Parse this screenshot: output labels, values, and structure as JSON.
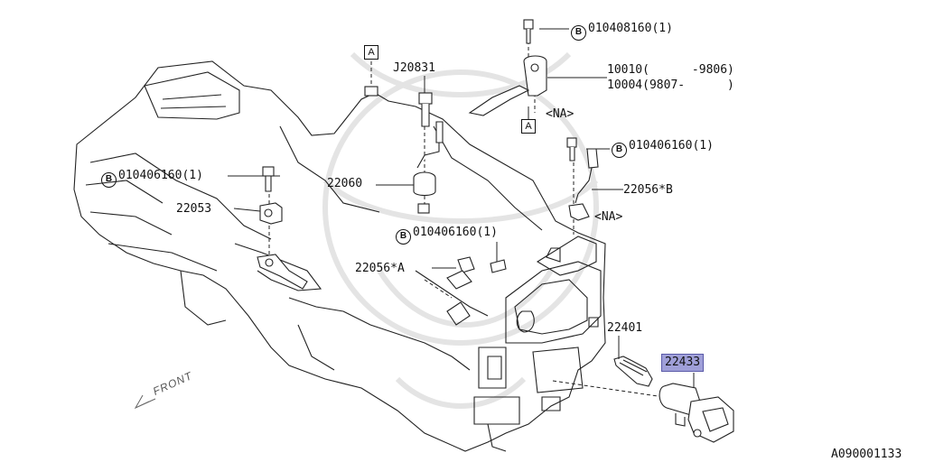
{
  "labels": {
    "bolt_top": "010408160(1)",
    "bracket_range_1": "10010(      -9806)",
    "bracket_range_2": "10004(9807-      )",
    "na_1": "<NA>",
    "j20831": "J20831",
    "bolt_mid_right": "010406160(1)",
    "sensor_b": "22056*B",
    "na_2": "<NA>",
    "bolt_left": "010406160(1)",
    "p22060": "22060",
    "p22053": "22053",
    "bolt_center": "010406160(1)",
    "sensor_a": "22056*A",
    "p22401": "22401",
    "p22433": "22433",
    "ref_a": "A",
    "b_mark": "B",
    "front": "FRONT",
    "diagram_code": "A090001133"
  }
}
